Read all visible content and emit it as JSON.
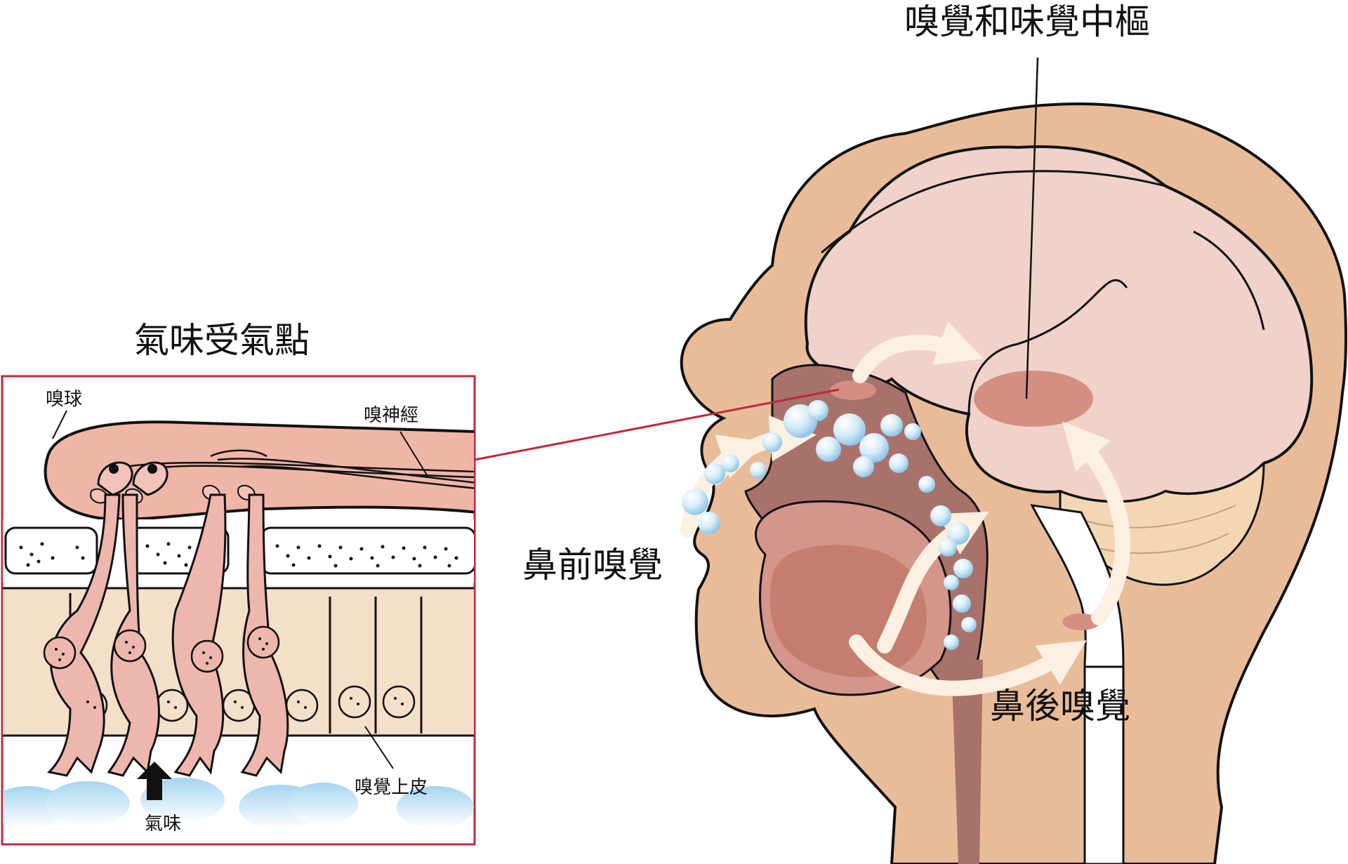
{
  "labels": {
    "center": "嗅覺和味覺中樞",
    "receptor_title": "氣味受氣點",
    "orthonasal": "鼻前嗅覺",
    "retronasal": "鼻後嗅覺",
    "bulb": "嗅球",
    "nerve": "嗅神經",
    "epithelium": "嗅覺上皮",
    "odor": "氣味"
  },
  "colors": {
    "skin": "#e9bc99",
    "brain": "#f0d2cb",
    "cerebellum": "#f3d7b5",
    "cavity": "#a8726a",
    "mouth": "#d4958a",
    "accent_line": "#c0283c",
    "cell": "#eeb7ae",
    "bulb": "#efb6a8",
    "tissue": "#f4dfc9",
    "airflow": "#fbf0e2",
    "odor_bubble": "#b9dff4"
  }
}
